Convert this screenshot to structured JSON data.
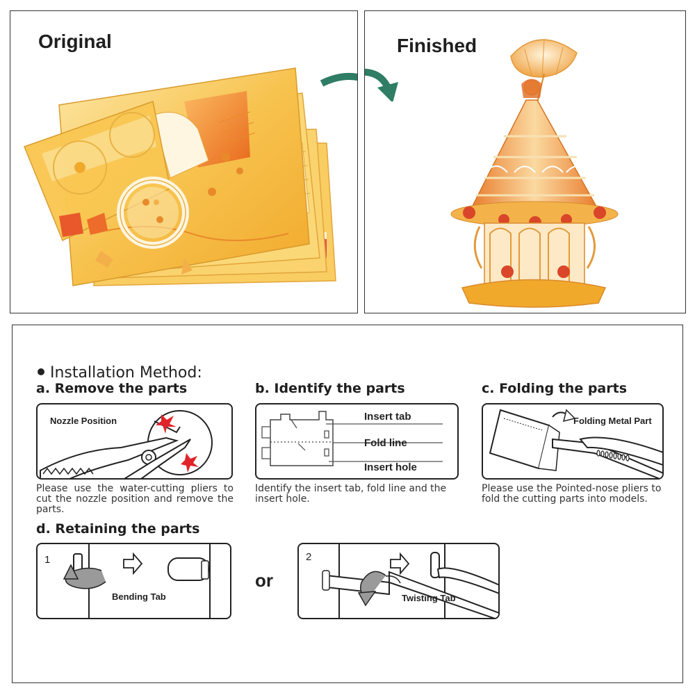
{
  "top_panels": {
    "original_title": "Original",
    "finished_title": "Finished",
    "arrow_color": "#2e7d64",
    "metal_colors": [
      "#f6b53a",
      "#e88a2a",
      "#fbd77a",
      "#d9462a"
    ]
  },
  "installation": {
    "heading": "Installation Method:",
    "steps": {
      "a": {
        "title": "a. Remove the parts",
        "label": "Nozzle Position",
        "description": "Please use the water-cutting pliers to cut the nozzle position and remove the parts."
      },
      "b": {
        "title": "b. Identify the parts",
        "labels": [
          "Insert tab",
          "Fold line",
          "Insert hole"
        ],
        "description": "Identify the insert tab, fold line and the insert hole."
      },
      "c": {
        "title": "c. Folding the parts",
        "label": "Folding Metal Part",
        "description": "Please use the Pointed-nose pliers to fold the cutting parts into models."
      },
      "d": {
        "title": "d. Retaining the parts",
        "option1_number": "1",
        "option1_label": "Bending Tab",
        "or_text": "or",
        "option2_number": "2",
        "option2_label": "Twisting Tab"
      }
    }
  }
}
